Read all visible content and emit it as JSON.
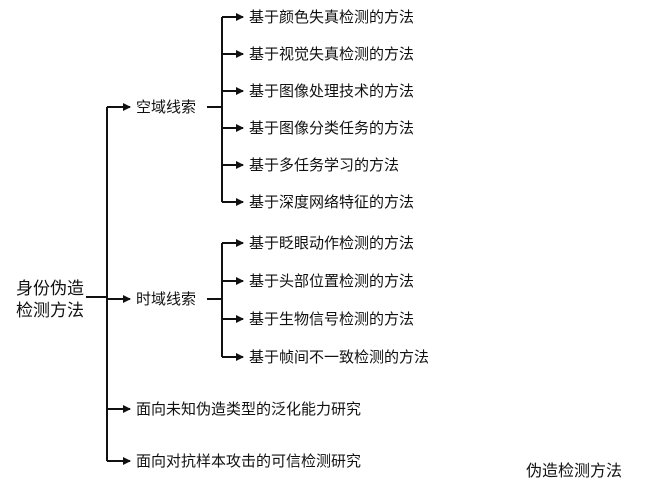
{
  "root": {
    "line1": "身份伪造",
    "line2": "检测方法"
  },
  "branches": [
    {
      "label": "空域线索",
      "leaves": [
        "基于颜色失真检测的方法",
        "基于视觉失真检测的方法",
        "基于图像处理技术的方法",
        "基于图像分类任务的方法",
        "基于多任务学习的方法",
        "基于深度网络特征的方法"
      ]
    },
    {
      "label": "时域线索",
      "leaves": [
        "基于眨眼动作检测的方法",
        "基于头部位置检测的方法",
        "基于生物信号检测的方法",
        "基于帧间不一致检测的方法"
      ]
    },
    {
      "label": "面向未知伪造类型的泛化能力研究",
      "leaves": []
    },
    {
      "label": "面向对抗样本攻击的可信检测研究",
      "leaves": []
    }
  ],
  "caption": "伪造检测方法",
  "colors": {
    "line": "#111111",
    "text": "#111111",
    "background": "#ffffff"
  }
}
